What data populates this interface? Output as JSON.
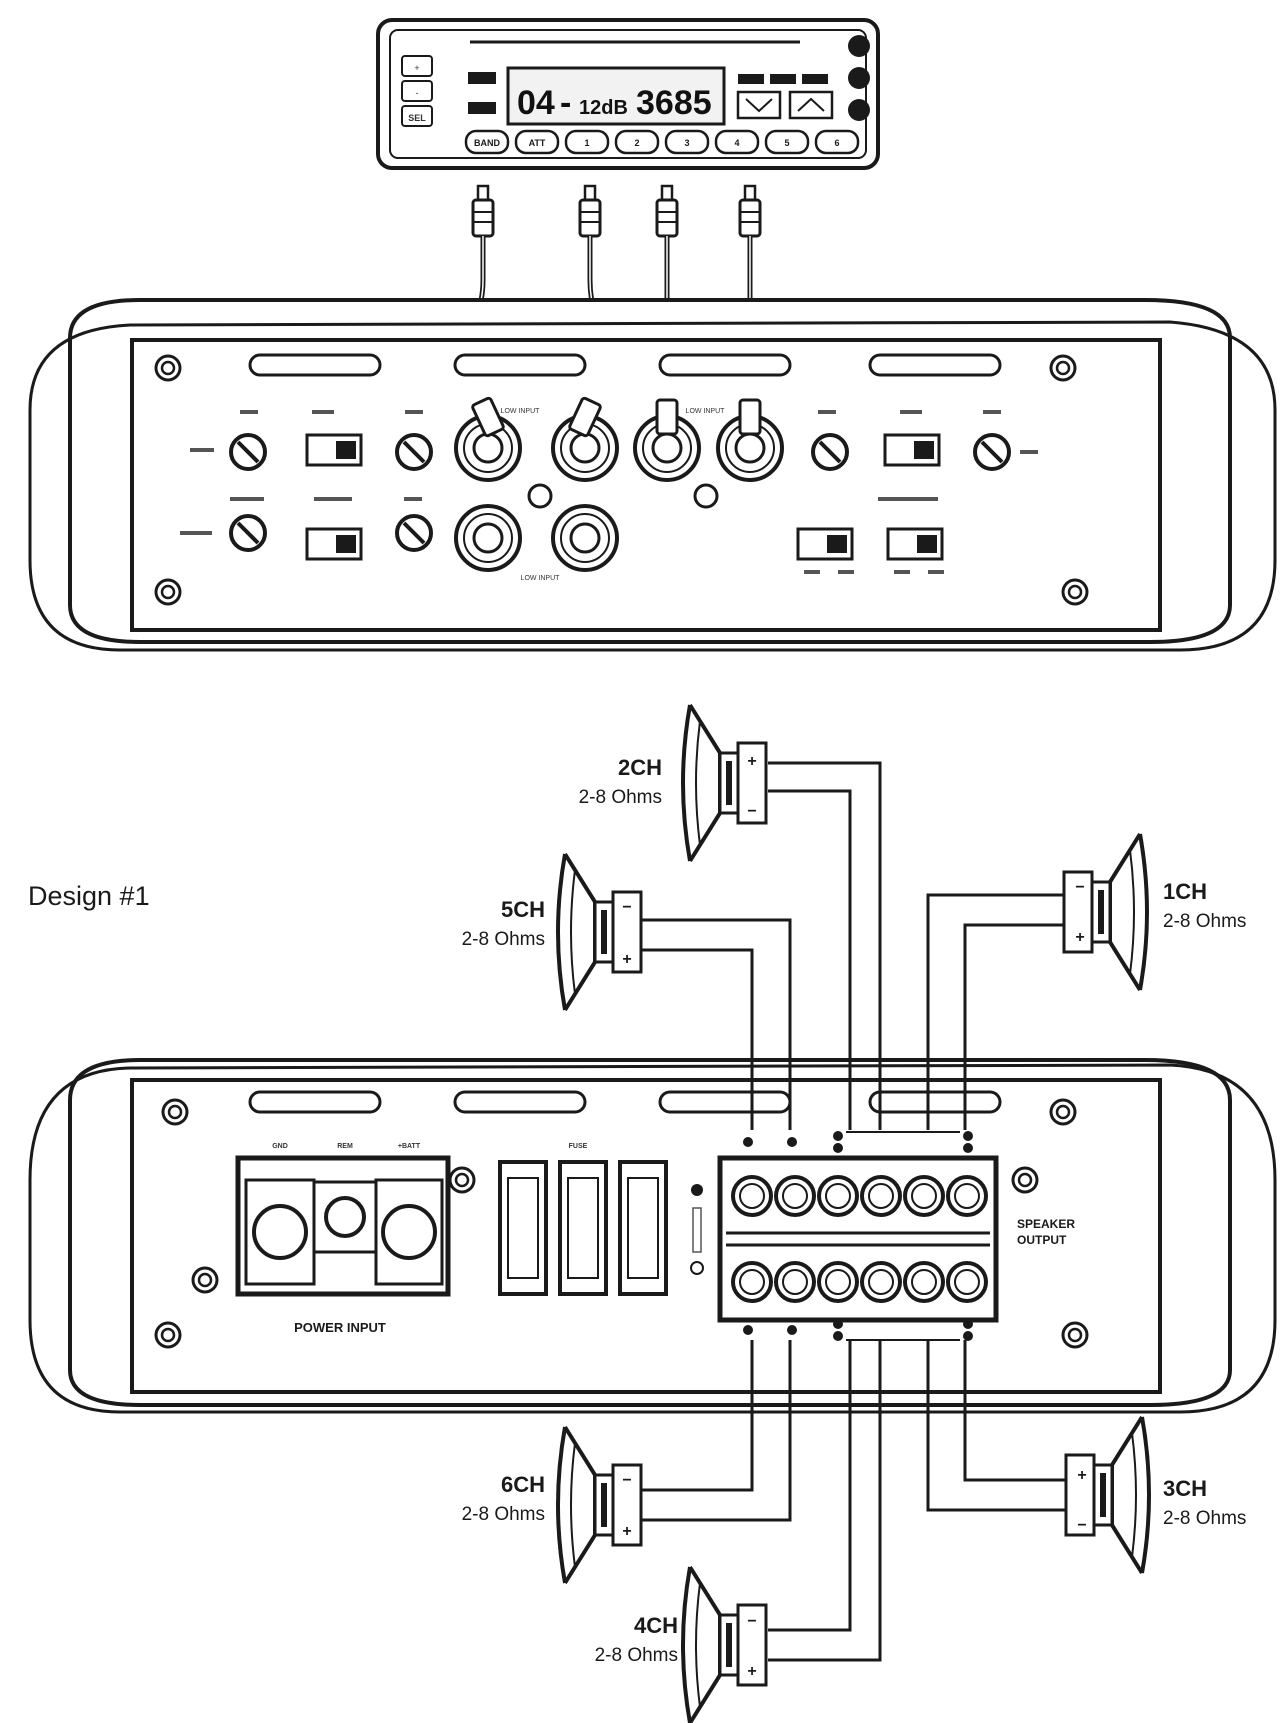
{
  "design_label": "Design #1",
  "head_unit": {
    "display": {
      "track": "04",
      "separator": "-",
      "level": "12dB",
      "value": "3685"
    },
    "side_buttons": [
      "+",
      "-",
      "SEL"
    ],
    "buttons": [
      "BAND",
      "ATT",
      "1",
      "2",
      "3",
      "4",
      "5",
      "6"
    ]
  },
  "amp_top": {
    "low_input_left": "LOW INPUT",
    "low_input_right": "LOW INPUT",
    "low_input_bottom": "LOW INPUT"
  },
  "amp_bottom": {
    "power_input_label": "POWER INPUT",
    "power_terminals": [
      "GND",
      "REM",
      "+BATT"
    ],
    "fuse_label": "FUSE",
    "speaker_output_label": [
      "SPEAKER",
      "OUTPUT"
    ]
  },
  "speakers": [
    {
      "channel": "1CH",
      "impedance": "2-8 Ohms"
    },
    {
      "channel": "2CH",
      "impedance": "2-8 Ohms"
    },
    {
      "channel": "3CH",
      "impedance": "2-8 Ohms"
    },
    {
      "channel": "4CH",
      "impedance": "2-8 Ohms"
    },
    {
      "channel": "5CH",
      "impedance": "2-8 Ohms"
    },
    {
      "channel": "6CH",
      "impedance": "2-8 Ohms"
    }
  ],
  "colors": {
    "ink": "#1a1a1a",
    "paper": "#ffffff",
    "lcd_bg": "#f2f2f2"
  }
}
